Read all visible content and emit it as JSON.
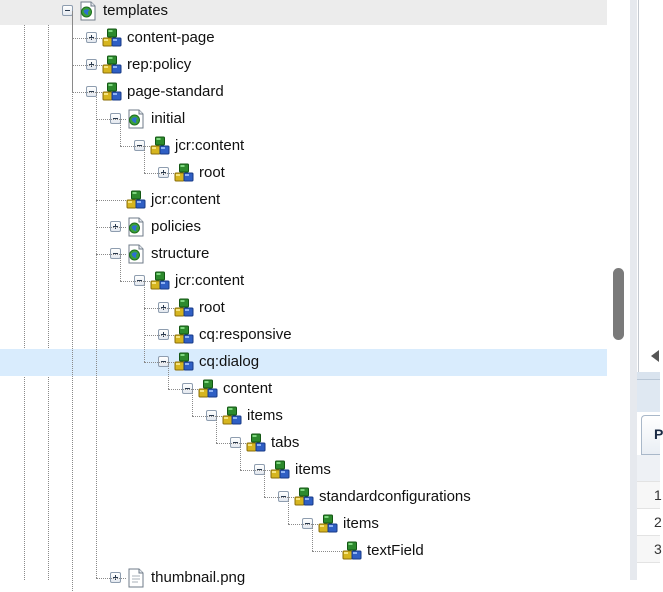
{
  "tree": {
    "nodes": [
      {
        "label": "templates",
        "icon": "folder-page-icon",
        "toggle": "minus",
        "level": 2
      },
      {
        "label": "content-page",
        "icon": "node-cubes-icon",
        "toggle": "plus",
        "level": 3
      },
      {
        "label": "rep:policy",
        "icon": "node-cubes-icon",
        "toggle": "plus",
        "level": 3
      },
      {
        "label": "page-standard",
        "icon": "node-cubes-icon",
        "toggle": "minus",
        "level": 3
      },
      {
        "label": "initial",
        "icon": "folder-page-icon",
        "toggle": "minus",
        "level": 4
      },
      {
        "label": "jcr:content",
        "icon": "node-cubes-icon",
        "toggle": "minus",
        "level": 5
      },
      {
        "label": "root",
        "icon": "node-cubes-icon",
        "toggle": "plus",
        "level": 6
      },
      {
        "label": "jcr:content",
        "icon": "node-cubes-icon",
        "toggle": "none",
        "level": 4
      },
      {
        "label": "policies",
        "icon": "folder-page-icon",
        "toggle": "plus",
        "level": 4
      },
      {
        "label": "structure",
        "icon": "folder-page-icon",
        "toggle": "minus",
        "level": 4
      },
      {
        "label": "jcr:content",
        "icon": "node-cubes-icon",
        "toggle": "minus",
        "level": 5
      },
      {
        "label": "root",
        "icon": "node-cubes-icon",
        "toggle": "plus",
        "level": 6
      },
      {
        "label": "cq:responsive",
        "icon": "node-cubes-icon",
        "toggle": "plus",
        "level": 6
      },
      {
        "label": "cq:dialog",
        "icon": "node-cubes-icon",
        "toggle": "minus",
        "level": 6,
        "selected": true
      },
      {
        "label": "content",
        "icon": "node-cubes-icon",
        "toggle": "minus",
        "level": 7
      },
      {
        "label": "items",
        "icon": "node-cubes-icon",
        "toggle": "minus",
        "level": 8
      },
      {
        "label": "tabs",
        "icon": "node-cubes-icon",
        "toggle": "minus",
        "level": 9
      },
      {
        "label": "items",
        "icon": "node-cubes-icon",
        "toggle": "minus",
        "level": 10
      },
      {
        "label": "standardconfigurations",
        "icon": "node-cubes-icon",
        "toggle": "minus",
        "level": 11
      },
      {
        "label": "items",
        "icon": "node-cubes-icon",
        "toggle": "minus",
        "level": 12
      },
      {
        "label": "textField",
        "icon": "node-cubes-icon",
        "toggle": "none",
        "level": 13
      },
      {
        "label": "thumbnail.png",
        "icon": "file-icon",
        "toggle": "plus",
        "level": 4
      }
    ]
  },
  "right_panel": {
    "tab_label": "P",
    "row_numbers": [
      "1",
      "2",
      "3"
    ]
  },
  "colors": {
    "selected_row": "#d9ecfd",
    "hover_row": "#ececec"
  }
}
